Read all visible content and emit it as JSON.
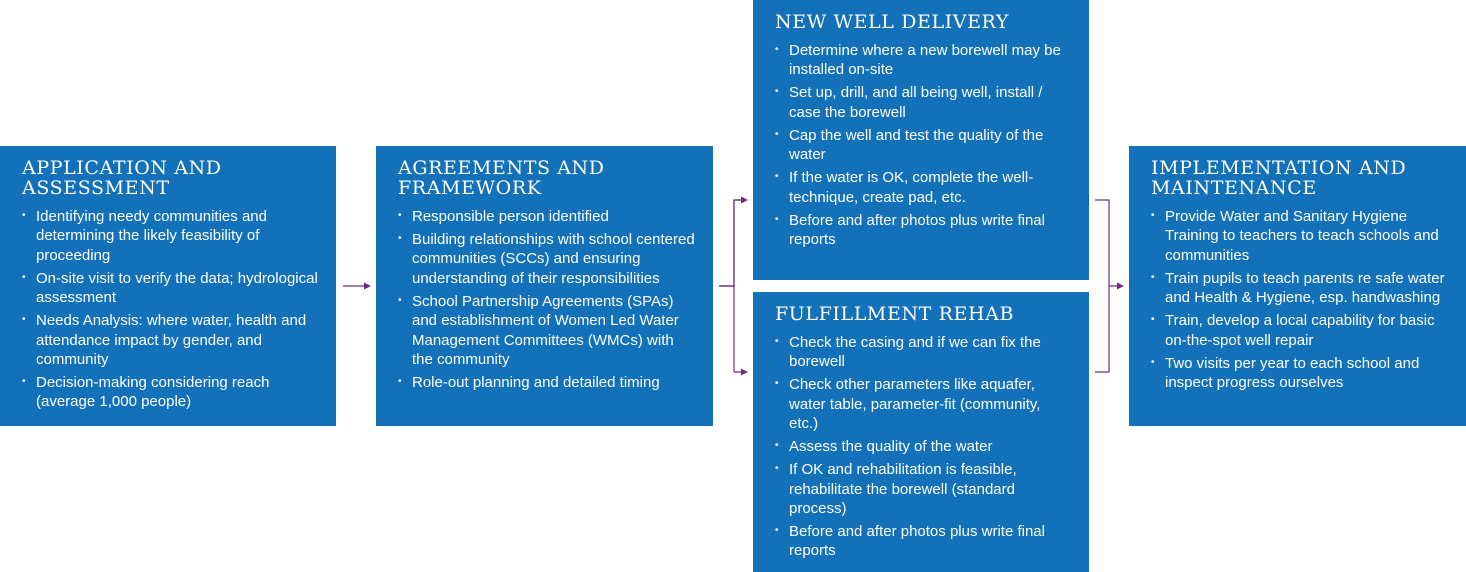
{
  "boxes": [
    {
      "title": "APPLICATION AND ASSESSMENT",
      "items": [
        "Identifying needy communities and determining the likely feasibility of proceeding",
        "On-site visit to verify the data; hydrological assessment",
        "Needs Analysis: where water, health and attendance impact by gender, and community",
        "Decision-making considering reach (average 1,000 people)"
      ]
    },
    {
      "title": "AGREEMENTS AND FRAMEWORK",
      "items": [
        "Responsible person identified",
        "Building relationships with school centered communities (SCCs) and ensuring understanding of their responsibilities",
        "School Partnership Agreements (SPAs) and establishment of Women Led Water Management Committees (WMCs) with the community",
        "Role-out planning and detailed timing"
      ]
    },
    {
      "title": "NEW WELL DELIVERY",
      "items": [
        "Determine where a new borewell may be installed on-site",
        "Set up, drill, and all being well, install / case the borewell",
        "Cap the well and test the quality of the water",
        "If the water is OK, complete the well-technique, create pad, etc.",
        "Before and after photos plus write final reports"
      ]
    },
    {
      "title": "FULFILLMENT REHAB",
      "items": [
        "Check the casing and if we can fix the borewell",
        "Check other parameters like aquafer, water table, parameter-fit (community, etc.)",
        "Assess the quality of the water",
        "If OK and rehabilitation is feasible, rehabilitate the borewell (standard process)",
        "Before and after photos plus write final reports"
      ]
    },
    {
      "title": "IMPLEMENTATION AND MAINTENANCE",
      "items": [
        "Provide Water and Sanitary Hygiene Training to teachers to teach schools and communities",
        "Train pupils to teach parents re safe water and Health & Hygiene, esp. handwashing",
        "Train, develop a local capability for basic on-the-spot well repair",
        "Two visits per year to each school and inspect progress ourselves"
      ]
    }
  ],
  "colors": {
    "box_fill": "#1271b8",
    "box_text": "#ffffff",
    "connector": "#6b2f7a"
  }
}
